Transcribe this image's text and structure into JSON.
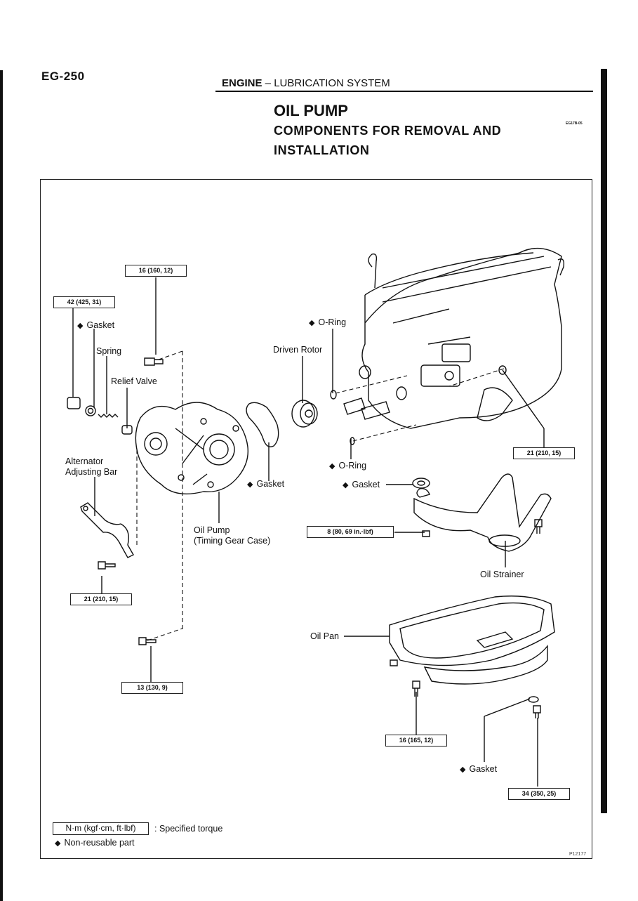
{
  "header": {
    "page_number": "EG-250",
    "section_bold": "ENGINE",
    "section_rest": " – LUBRICATION SYSTEM",
    "doc_code": "EG17B-05"
  },
  "title": {
    "line1": "OIL PUMP",
    "line2": "COMPONENTS FOR REMOVAL AND",
    "line3": "INSTALLATION"
  },
  "torque_specs": {
    "t1": "16 (160, 12)",
    "t2": "42 (425, 31)",
    "t3": "21 (210, 15)",
    "t4": "21 (210, 15)",
    "t5": "8 (80, 69 in.·lbf)",
    "t6": "13 (130, 9)",
    "t7": "16 (165, 12)",
    "t8": "34 (350, 25)"
  },
  "labels": {
    "gasket_relief": "Gasket",
    "spring": "Spring",
    "relief_valve": "Relief Valve",
    "o_ring_top": "O-Ring",
    "driven_rotor": "Driven Rotor",
    "alternator_line1": "Alternator",
    "alternator_line2": "Adjusting Bar",
    "gasket_pump": "Gasket",
    "o_ring_bottom": "O-Ring",
    "gasket_strainer": "Gasket",
    "oil_pump_line1": "Oil Pump",
    "oil_pump_line2": "(Timing Gear Case)",
    "oil_strainer": "Oil Strainer",
    "oil_pan": "Oil Pan",
    "gasket_drain": "Gasket"
  },
  "legend": {
    "torque_unit": "N·m (kgf·cm, ft·lbf)",
    "torque_desc": ": Specified torque",
    "non_reusable": "Non-reusable part"
  },
  "figure_id": "P12177",
  "symbols": {
    "non_reusable_marker": "◆"
  }
}
